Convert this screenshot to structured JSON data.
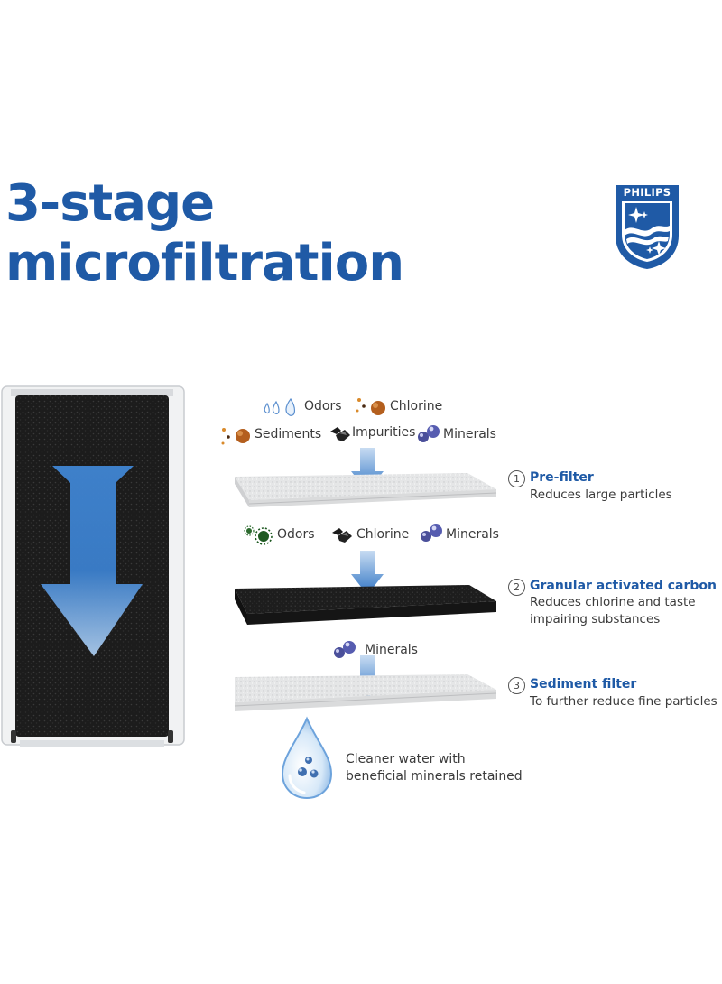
{
  "title": {
    "line1": "3-stage",
    "line2": "microfiltration"
  },
  "logo": {
    "text": "PHILIPS",
    "color": "#1f5aa6"
  },
  "colors": {
    "accent": "#1f5aa6",
    "arrow": "#3f83cf",
    "text": "#3b3b3b"
  },
  "inputs": {
    "row1": [
      {
        "label": "Odors",
        "icon": "water-drops-icon"
      },
      {
        "label": "Chlorine",
        "icon": "chlorine-particles-icon"
      }
    ],
    "row2": [
      {
        "label": "Sediments",
        "icon": "sediment-particles-icon"
      },
      {
        "label": "Impurities",
        "icon": "impurity-flakes-icon"
      },
      {
        "label": "Minerals",
        "icon": "mineral-beads-icon"
      }
    ]
  },
  "stages": [
    {
      "number": "1",
      "title": "Pre-filter",
      "desc_lines": [
        "Reduces  large particles"
      ]
    },
    {
      "number": "2",
      "title": "Granular activated carbon",
      "desc_lines": [
        "Reduces chlorine and taste",
        "impairing substances"
      ]
    },
    {
      "number": "3",
      "title": "Sediment filter",
      "desc_lines": [
        "To further reduce fine particles"
      ]
    }
  ],
  "after_stage1": [
    {
      "label": "Odors",
      "icon": "green-spores-icon"
    },
    {
      "label": "Chlorine",
      "icon": "impurity-flakes-icon"
    },
    {
      "label": "Minerals",
      "icon": "mineral-beads-icon"
    }
  ],
  "after_stage2": [
    {
      "label": "Minerals",
      "icon": "mineral-beads-icon"
    }
  ],
  "result": {
    "lines": [
      "Cleaner water with",
      "beneficial minerals retained"
    ],
    "icon": "water-drop-icon"
  }
}
